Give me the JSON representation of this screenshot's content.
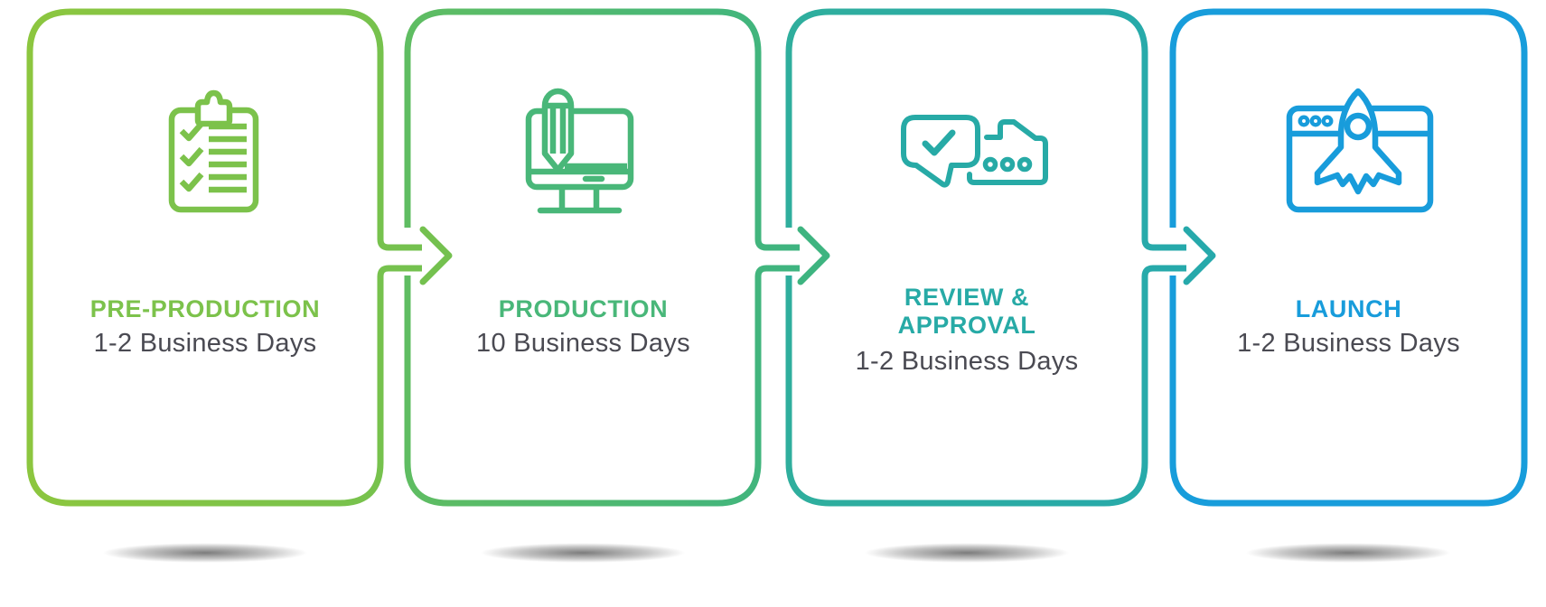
{
  "infographic": {
    "kind": "process-timeline",
    "background_color": "#ffffff",
    "text_color": "#4A4A52",
    "shadow_color": "#6b6b6b"
  },
  "steps": [
    {
      "index": 1,
      "title": "PRE-PRODUCTION",
      "duration": "1-2 Business Days",
      "icon": "clipboard-checklist-icon",
      "accent_color": "#7CC24B",
      "border_gradient": [
        "#8CC63F",
        "#74C14F"
      ]
    },
    {
      "index": 2,
      "title": "PRODUCTION",
      "duration": "10 Business Days",
      "icon": "monitor-pencil-icon",
      "accent_color": "#49B779",
      "border_gradient": [
        "#5FBD62",
        "#3EB480"
      ]
    },
    {
      "index": 3,
      "title": "REVIEW &\nAPPROVAL",
      "duration": "1-2 Business Days",
      "icon": "chat-approval-icon",
      "accent_color": "#27AAA6",
      "border_gradient": [
        "#2FAE9D",
        "#26A9AB"
      ]
    },
    {
      "index": 4,
      "title": "LAUNCH",
      "duration": "1-2 Business Days",
      "icon": "rocket-browser-icon",
      "accent_color": "#189CDB",
      "border_gradient": [
        "#189DDB",
        "#189DDB"
      ]
    }
  ],
  "connectors": [
    {
      "between": "step-1-and-step-2",
      "direction": "right",
      "color": "#74C14F"
    },
    {
      "between": "step-2-and-step-3",
      "direction": "right",
      "color": "#3EB480"
    },
    {
      "between": "step-3-and-step-4",
      "direction": "right",
      "color": "#26A9AB"
    }
  ]
}
